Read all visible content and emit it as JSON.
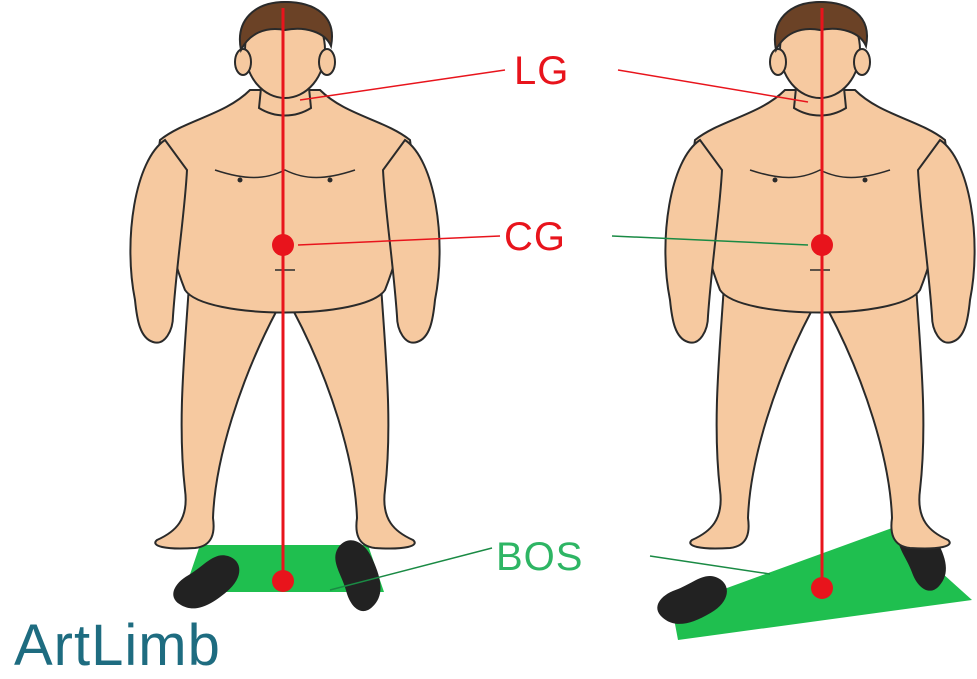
{
  "labels": {
    "line_of_gravity": "LG",
    "center_of_gravity": "CG",
    "base_of_support": "BOS"
  },
  "brand": {
    "name": "ArtLimb"
  },
  "colors": {
    "gravity_red": "#e8141c",
    "bos_green": "#1fbf4f",
    "bos_label": "#2eb564",
    "brand_teal": "#1e6c80",
    "skin": "#f6c9a0",
    "hair": "#6b4226",
    "outline": "#2a2a2a",
    "foot": "#222222"
  },
  "figures": [
    {
      "id": "left",
      "stance": "feet-level"
    },
    {
      "id": "right",
      "stance": "feet-staggered"
    }
  ]
}
